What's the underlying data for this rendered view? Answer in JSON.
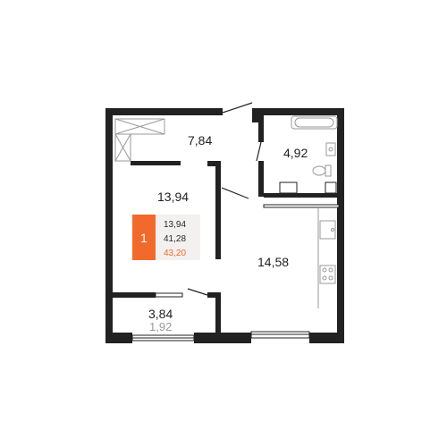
{
  "colors": {
    "wall": "#222222",
    "accent": "#f26a2b",
    "info_bg": "#f2f1ef",
    "fixture": "#9a9a9a"
  },
  "rooms": {
    "hall": {
      "area": "7,84"
    },
    "bathroom": {
      "area": "4,92"
    },
    "bedroom": {
      "area": "13,94"
    },
    "kitchen": {
      "area": "14,58"
    },
    "balcony": {
      "area": "3,84",
      "reduced_area": "1,92"
    }
  },
  "info_card": {
    "room_count": "1",
    "living_area": "13,94",
    "usable_area": "41,28",
    "total_area": "43,20"
  },
  "icons": {
    "wardrobe": "wardrobe-cross-icon",
    "bathtub": "bathtub-icon",
    "toilet": "toilet-icon",
    "sink": "sink-icon",
    "stove": "stove-icon",
    "kitchen_sink": "kitchen-sink-icon"
  }
}
